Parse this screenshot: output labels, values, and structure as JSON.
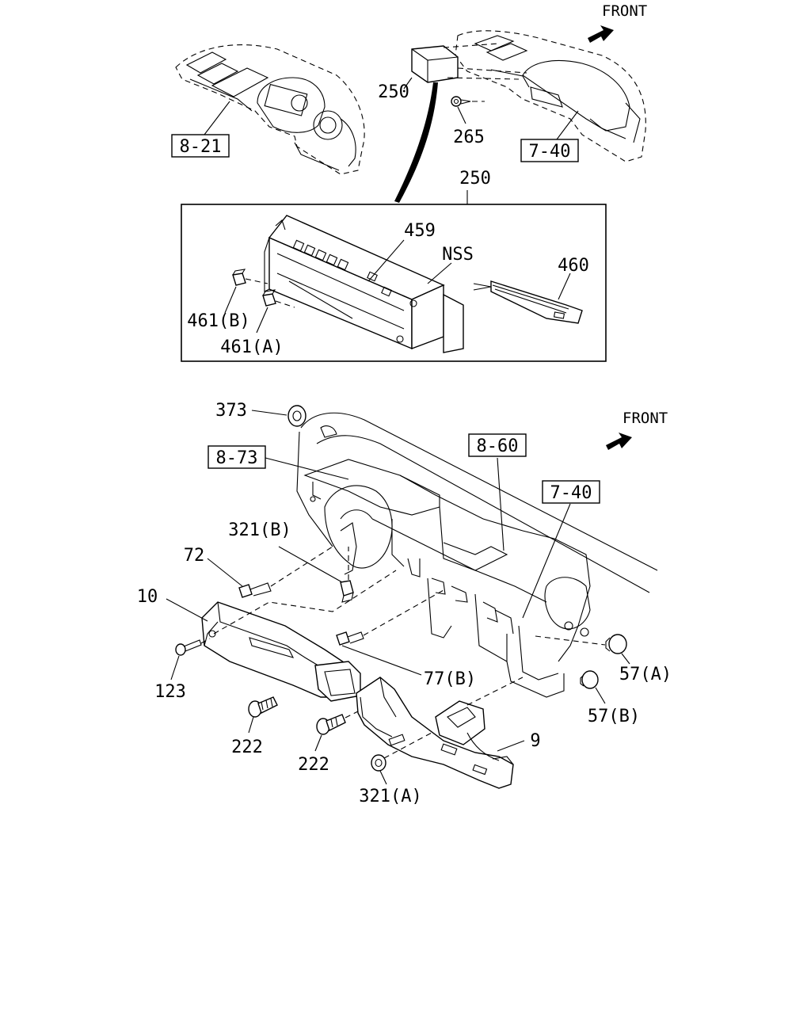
{
  "top_view": {
    "front_label": "FRONT",
    "ref_boxes": {
      "left": "8-21",
      "right": "7-40"
    },
    "callouts": {
      "bezel": "250",
      "screw": "265"
    }
  },
  "detail_box": {
    "title": "250",
    "callouts": {
      "control_unit": "459",
      "nss": "NSS",
      "connector": "460",
      "knob_b": "461(B)",
      "knob_a": "461(A)"
    }
  },
  "bottom_view": {
    "front_label": "FRONT",
    "ref_boxes": {
      "a": "8-73",
      "b": "8-60",
      "c": "7-40"
    },
    "callouts": {
      "grommet": "373",
      "nut_b": "321(B)",
      "bolt_72": "72",
      "duct_10": "10",
      "screw_123": "123",
      "clip_222_left": "222",
      "clip_222_right": "222",
      "bolt_77b": "77(B)",
      "plug_57a": "57(A)",
      "plug_57b": "57(B)",
      "duct_9": "9",
      "nut_a": "321(A)"
    }
  }
}
